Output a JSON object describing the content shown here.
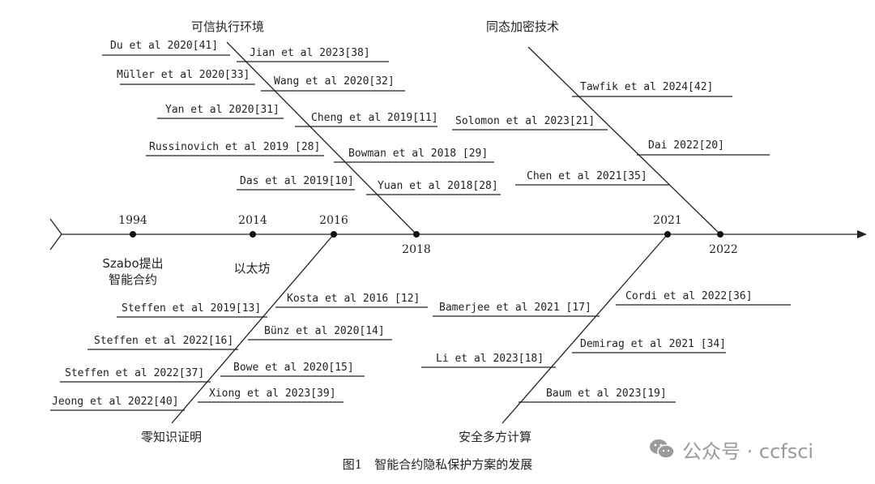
{
  "categories": {
    "tee": "可信执行环境",
    "he": "同态加密技术",
    "zkp": "零知识证明",
    "mpc": "安全多方计算"
  },
  "axis": {
    "years": [
      "1994",
      "2014",
      "2016",
      "2018",
      "2021",
      "2022"
    ]
  },
  "events": {
    "szabo_line1": "Szabo提出",
    "szabo_line2": "智能合约",
    "ethereum": "以太坊"
  },
  "refs": {
    "tee": [
      "Du et al 2020[41]",
      "Jian et al 2023[38]",
      "Müller et al 2020[33]",
      "Wang et al 2020[32]",
      "Yan et al 2020[31]",
      "Cheng et al 2019[11]",
      "Russinovich et al 2019 [28]",
      "Bowman et al 2018 [29]",
      "Das et al 2019[10]",
      "Yuan et al 2018[28]"
    ],
    "he": [
      "Tawfik et al 2024[42]",
      "Solomon et al 2023[21]",
      "Dai 2022[20]",
      "Chen et al 2021[35]"
    ],
    "zkp": [
      "Steffen et al 2019[13]",
      "Kosta et al 2016 [12]",
      "Steffen et al 2022[16]",
      "Bünz et al 2020[14]",
      "Steffen et al 2022[37]",
      "Bowe et al 2020[15]",
      "Jeong et al 2022[40]",
      "Xiong et al 2023[39]"
    ],
    "mpc": [
      "Bamerjee et al 2021 [17]",
      "Cordi et al 2022[36]",
      "Demirag et al 2021 [34]",
      "Li et al 2023[18]",
      "Baum et al 2023[19]"
    ]
  },
  "caption": "图1　智能合约隐私保护方案的发展",
  "watermark": {
    "text": "公众号 · ccfsci",
    "icon": "wechat-icon"
  }
}
